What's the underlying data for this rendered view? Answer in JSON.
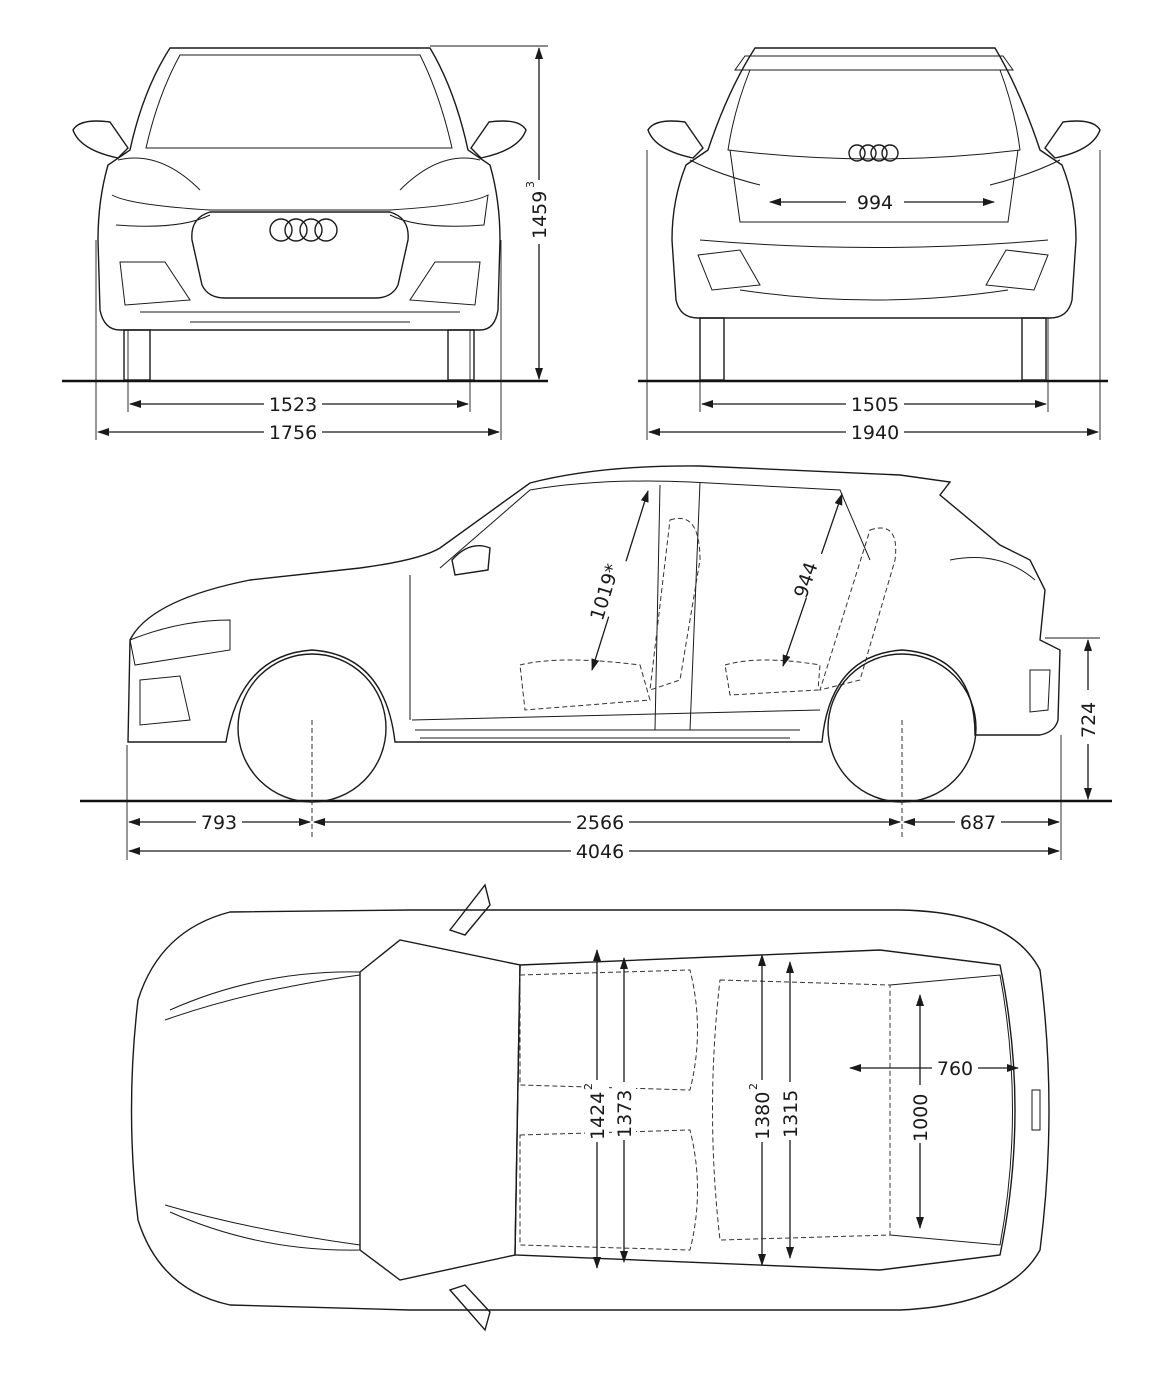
{
  "front_view": {
    "height": "1459",
    "height_sup": "3",
    "track": "1523",
    "width": "1756"
  },
  "rear_view": {
    "tailgate_width": "994",
    "track": "1505",
    "width_mirrors": "1940"
  },
  "side_view": {
    "front_headroom": "1019*",
    "rear_headroom": "944",
    "sill_height": "724",
    "front_overhang": "793",
    "wheelbase": "2566",
    "rear_overhang": "687",
    "length": "4046"
  },
  "top_view": {
    "front_elbow_width": "1424",
    "front_elbow_sup": "2",
    "front_shoulder_width": "1373",
    "rear_elbow_width": "1380",
    "rear_elbow_sup": "2",
    "rear_shoulder_width": "1315",
    "boot_length": "760",
    "boot_width": "1000"
  }
}
